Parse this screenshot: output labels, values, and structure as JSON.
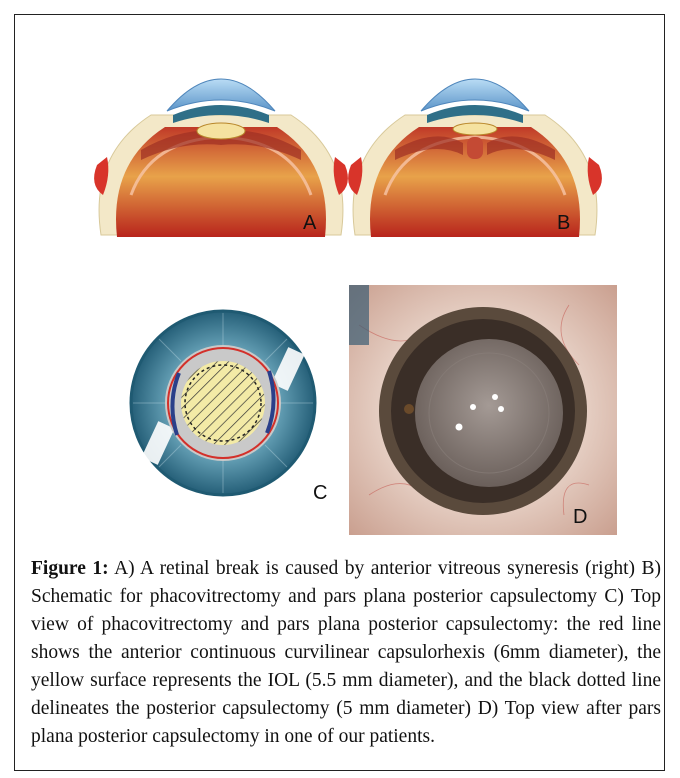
{
  "panels": {
    "a": {
      "letter": "A"
    },
    "b": {
      "letter": "B"
    },
    "c": {
      "letter": "C"
    },
    "d": {
      "letter": "D"
    }
  },
  "caption": {
    "label": "Figure 1:",
    "text": "A) A retinal break is caused by anterior vitreous syneresis (right) B) Schematic for phacovitrectomy and pars plana posterior capsulectomy C) Top view of phacovitrectomy and pars plana posterior capsulectomy: the red line shows the anterior continuous curvilinear capsulorhexis (6mm diameter), the yellow surface represents the IOL (5.5 mm diameter), and the black dotted line delineates the posterior capsulectomy (5 mm diameter) D) Top view after pars plana posterior capsulectomy in one of our patients."
  },
  "colors": {
    "cornea": "#7fb3e0",
    "iris": "#2f6f88",
    "retina_red": "#b8241c",
    "retina_orange": "#e8a24a",
    "sclera": "#f3e8c8",
    "iol_yellow": "#f3eaa6",
    "capsulorhexis_red": "#d3302a"
  }
}
